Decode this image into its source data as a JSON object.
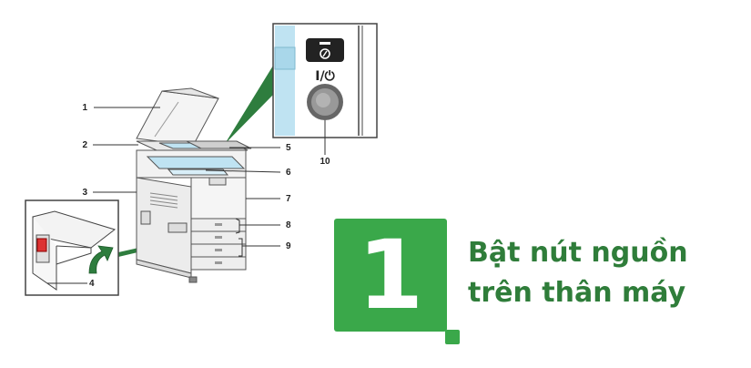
{
  "callouts": {
    "c1": "1",
    "c2": "2",
    "c3": "3",
    "c4": "4",
    "c5": "5",
    "c6": "6",
    "c7": "7",
    "c8": "8",
    "c9": "9",
    "c10": "10"
  },
  "power_panel": {
    "power_symbol": "I/⏻"
  },
  "step": {
    "number": "1",
    "line1": "Bật nút nguồn",
    "line2": "trên thân máy"
  },
  "colors": {
    "accent_green": "#3aa84a",
    "text_green": "#2f7d3a",
    "pointer_green": "#2e7d3e",
    "glass_blue": "#bfe3f2"
  },
  "icons": [
    "power-button-icon",
    "energy-saver-icon",
    "main-power-switch-icon",
    "curved-arrow-icon"
  ]
}
